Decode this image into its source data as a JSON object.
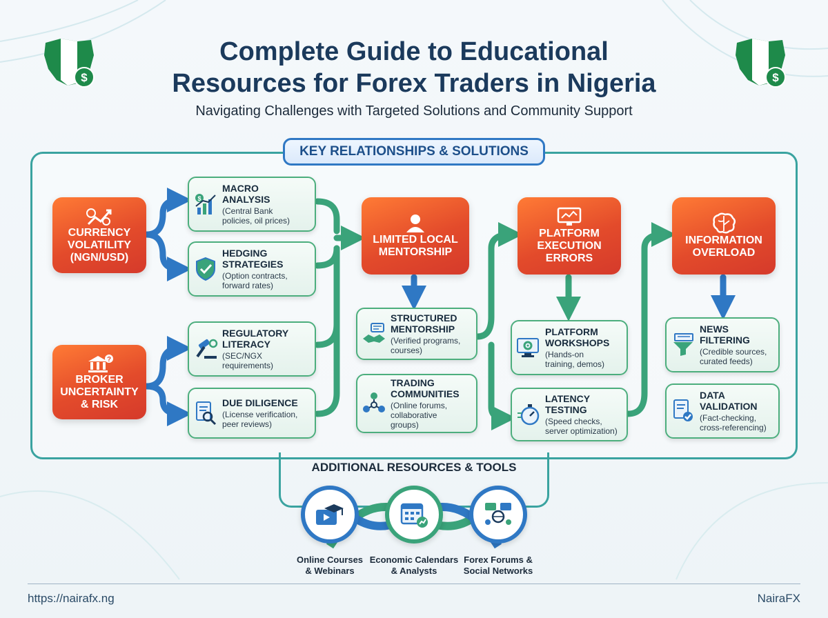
{
  "header": {
    "title_line1": "Complete Guide to Educational",
    "title_line2": "Resources for Forex Traders in Nigeria",
    "subtitle": "Navigating Challenges with Targeted Solutions and Community Support"
  },
  "section_title": "KEY RELATIONSHIPS & SOLUTIONS",
  "challenges": {
    "currency": [
      "CURRENCY",
      "VOLATILITY",
      "(NGN/USD)"
    ],
    "broker": [
      "BROKER",
      "UNCERTAINTY",
      "& RISK"
    ],
    "mentorship": [
      "LIMITED LOCAL",
      "MENTORSHIP"
    ],
    "platform": [
      "PLATFORM",
      "EXECUTION",
      "ERRORS"
    ],
    "information": [
      "INFORMATION",
      "OVERLOAD"
    ]
  },
  "solutions": {
    "macro": {
      "title": [
        "MACRO",
        "ANALYSIS"
      ],
      "desc": [
        "(Central Bank",
        "policies, oil prices)"
      ]
    },
    "hedging": {
      "title": [
        "HEDGING",
        "STRATEGIES"
      ],
      "desc": [
        "(Option contracts,",
        "forward rates)"
      ]
    },
    "regulatory": {
      "title": [
        "REGULATORY",
        "LITERACY"
      ],
      "desc": [
        "(SEC/NGX",
        "requirements)"
      ]
    },
    "due": {
      "title": [
        "DUE DILIGENCE"
      ],
      "desc": [
        "(License verification,",
        "peer reviews)"
      ]
    },
    "structured": {
      "title": [
        "STRUCTURED",
        "MENTORSHIP"
      ],
      "desc": [
        "(Verified programs,",
        "courses)"
      ]
    },
    "communities": {
      "title": [
        "TRADING",
        "COMMUNITIES"
      ],
      "desc": [
        "(Online forums,",
        "collaborative",
        "groups)"
      ]
    },
    "workshops": {
      "title": [
        "PLATFORM",
        "WORKSHOPS"
      ],
      "desc": [
        "(Hands-on",
        "training, demos)"
      ]
    },
    "latency": {
      "title": [
        "LATENCY",
        "TESTING"
      ],
      "desc": [
        "(Speed checks,",
        "server optimization)"
      ]
    },
    "news": {
      "title": [
        "NEWS",
        "FILTERING"
      ],
      "desc": [
        "(Credible sources,",
        "curated feeds)"
      ]
    },
    "data": {
      "title": [
        "DATA",
        "VALIDATION"
      ],
      "desc": [
        "(Fact-checking,",
        "cross-referencing)"
      ]
    }
  },
  "resources": {
    "title": "ADDITIONAL RESOURCES & TOOLS",
    "items": [
      {
        "line1": "Online Courses",
        "line2": "& Webinars"
      },
      {
        "line1": "Economic Calendars",
        "line2": "& Analysts"
      },
      {
        "line1": "Forex Forums &",
        "line2": "Social Networks"
      }
    ]
  },
  "footer": {
    "url": "https://nairafx.ng",
    "brand": "NairaFX"
  },
  "colors": {
    "accent_blue": "#2f78c4",
    "accent_green": "#3aa37a",
    "challenge_red": "#e04a2b",
    "nigeria_green": "#1e8a4a"
  }
}
